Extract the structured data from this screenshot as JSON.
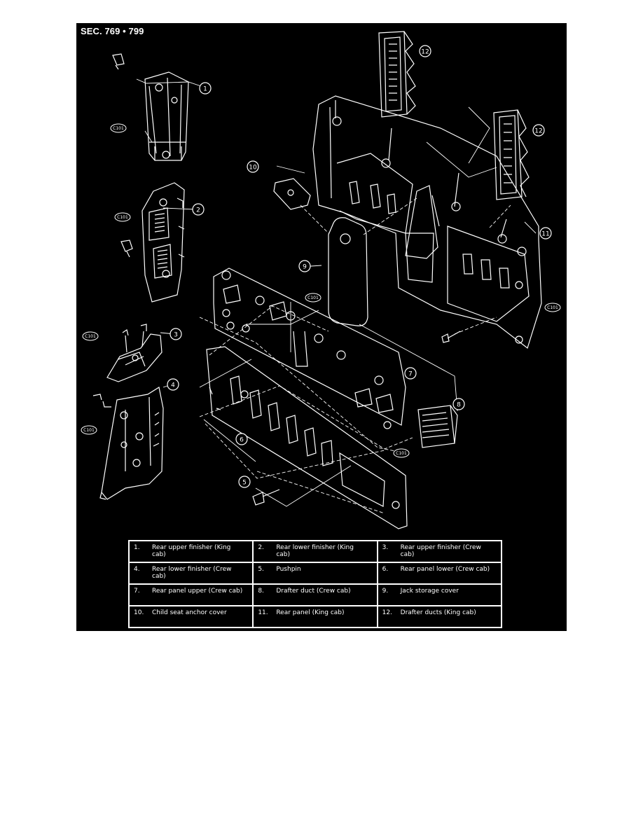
{
  "section_title": "SEC. 769 • 799",
  "callouts": [
    "1",
    "2",
    "3",
    "4",
    "5",
    "6",
    "7",
    "8",
    "9",
    "10",
    "11",
    "12"
  ],
  "connector_label": "C101",
  "legend": [
    [
      {
        "num": "1.",
        "text": "Rear upper finisher (King cab)"
      },
      {
        "num": "2.",
        "text": "Rear lower finisher (King cab)"
      },
      {
        "num": "3.",
        "text": "Rear upper finisher (Crew cab)"
      }
    ],
    [
      {
        "num": "4.",
        "text": "Rear lower finisher (Crew cab)"
      },
      {
        "num": "5.",
        "text": "Pushpin"
      },
      {
        "num": "6.",
        "text": "Rear panel lower (Crew cab)"
      }
    ],
    [
      {
        "num": "7.",
        "text": "Rear panel upper (Crew cab)"
      },
      {
        "num": "8.",
        "text": "Drafter duct (Crew cab)"
      },
      {
        "num": "9.",
        "text": "Jack storage cover"
      }
    ],
    [
      {
        "num": "10.",
        "text": "Child seat anchor cover"
      },
      {
        "num": "11.",
        "text": "Rear panel (King cab)"
      },
      {
        "num": "12.",
        "text": "Drafter ducts (King cab)"
      }
    ]
  ],
  "colors": {
    "background": "#000000",
    "foreground": "#ffffff",
    "page": "#ffffff"
  }
}
